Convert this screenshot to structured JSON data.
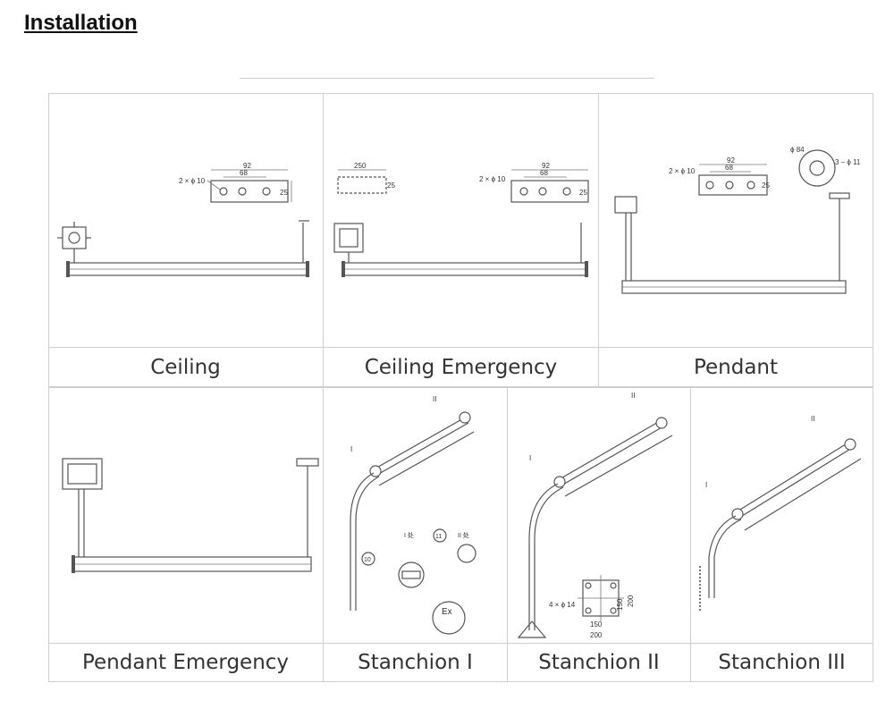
{
  "title": "Installation",
  "panels": {
    "ceiling": "Ceiling",
    "ceiling_emergency": "Ceiling Emergency",
    "pendant": "Pendant",
    "pendant_emergency": "Pendant Emergency",
    "stanchion_1": "Stanchion I",
    "stanchion_2": "Stanchion II",
    "stanchion_3": "Stanchion III"
  },
  "dims": {
    "d92": "92",
    "d68": "68",
    "d25": "25",
    "d250": "250",
    "holes": "2 × ϕ 10",
    "d84": "ϕ 84",
    "holes3": "3 – ϕ 11",
    "holes4": "4 × ϕ 14",
    "d150": "150",
    "d200": "200",
    "d10": "10",
    "d11": "11",
    "ex": "Ex",
    "label_i": "I",
    "label_ii": "II",
    "label_i_note": "I 处",
    "label_ii_note": "II 处"
  }
}
